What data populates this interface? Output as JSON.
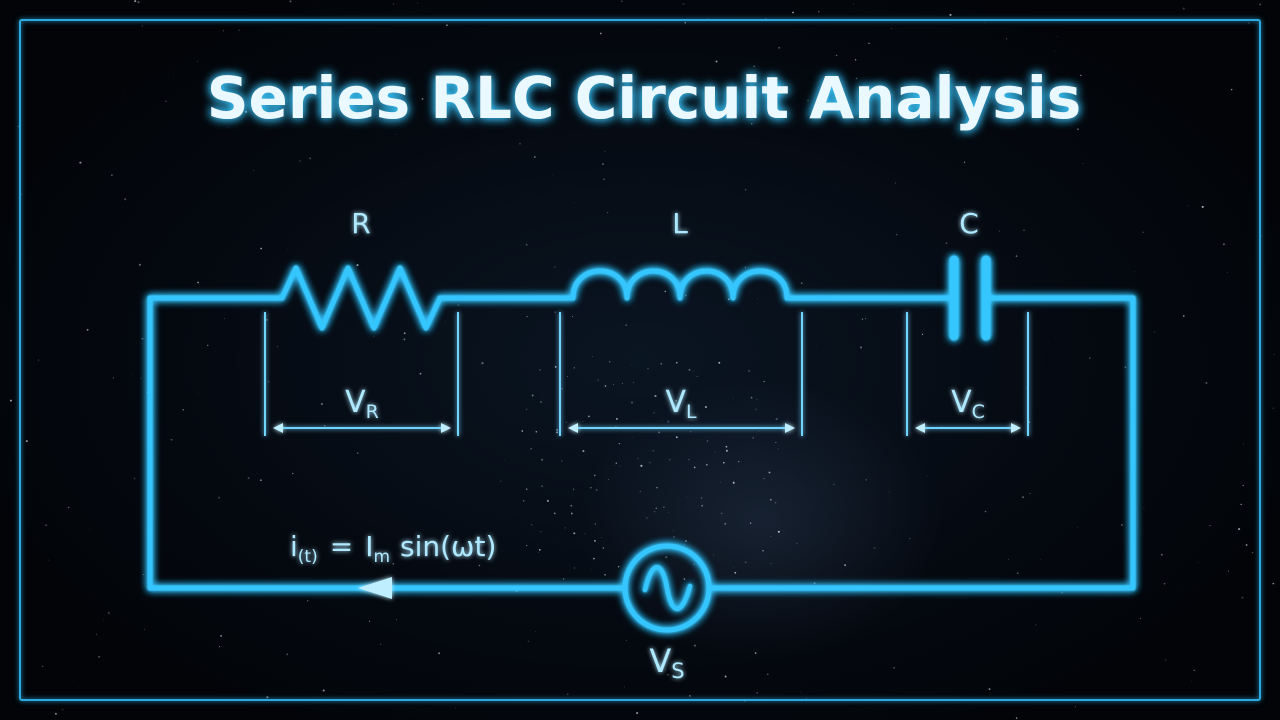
{
  "title": "Series RLC Circuit Analysis",
  "components": {
    "resistor": {
      "label": "R",
      "voltage_main": "V",
      "voltage_sub": "R"
    },
    "inductor": {
      "label": "L",
      "voltage_main": "V",
      "voltage_sub": "L"
    },
    "capacitor": {
      "label": "C",
      "voltage_main": "V",
      "voltage_sub": "C"
    },
    "source": {
      "voltage_main": "V",
      "voltage_sub": "S"
    }
  },
  "current_equation": {
    "lhs_main": "i",
    "lhs_sub": "(t)",
    "equals": "=",
    "amp_main": "I",
    "amp_sub": "m",
    "func": "sin(ωt)"
  },
  "colors": {
    "wire": "#36c6ff",
    "wire_core": "#b8f0ff",
    "text": "#eaf9ff",
    "background": "#03070d"
  }
}
